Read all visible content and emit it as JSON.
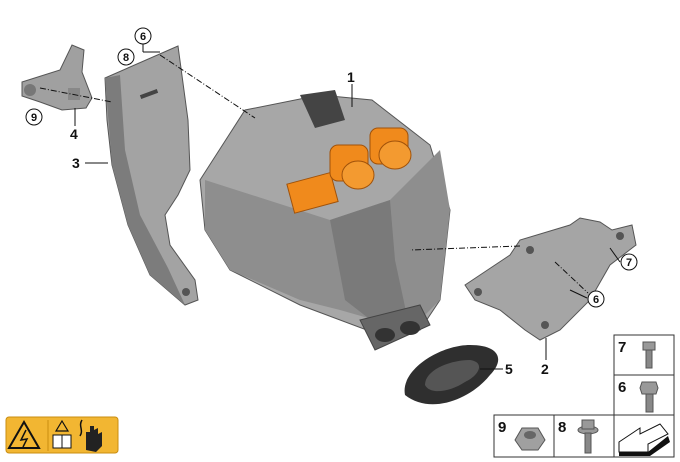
{
  "diagram": {
    "callouts": {
      "part1": "1",
      "part2": "2",
      "part3": "3",
      "part4": "4",
      "part5": "5",
      "part6_top": "6",
      "part6_right": "6",
      "part7_right": "7",
      "part8_top": "8",
      "part9_left": "9"
    },
    "parts_table": [
      {
        "number": "7",
        "part": "screw-with-washer"
      },
      {
        "number": "6",
        "part": "hex-bolt"
      },
      {
        "number": "9",
        "part": "hex-nut"
      },
      {
        "number": "8",
        "part": "hex-bolt-with-washer"
      }
    ],
    "colors": {
      "connector": "#f08a1c",
      "housing": "#9a9a9a",
      "warning": "#f2b632"
    }
  }
}
